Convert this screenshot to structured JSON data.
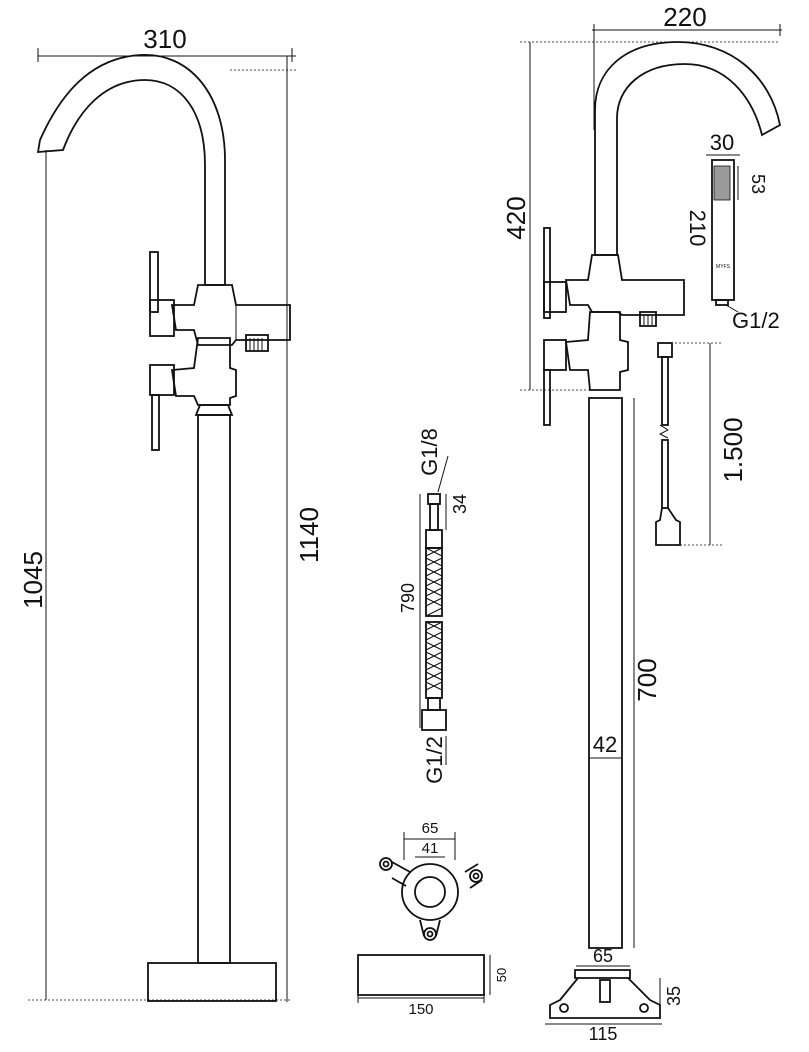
{
  "dimensions": {
    "spout_reach_left": "310",
    "height_spout_outlet": "1045",
    "height_total": "1140",
    "spout_reach_right": "220",
    "spout_height": "420",
    "handshower_width": "30",
    "handshower_head_length": "53",
    "handshower_length": "210",
    "handshower_thread": "G1/2",
    "shower_hose_length": "1.500",
    "pipe_length": "700",
    "pipe_diameter": "42",
    "supply_hose_thread_top": "G1/8",
    "supply_hose_end_length": "34",
    "supply_hose_length": "790",
    "supply_hose_thread_bottom": "G1/2",
    "flange_outer": "65",
    "flange_inner": "41",
    "base_plate_width": "150",
    "base_plate_height": "50",
    "bracket_top_width": "65",
    "bracket_width": "115",
    "bracket_height": "35"
  },
  "handshower_logo": "MYFS"
}
